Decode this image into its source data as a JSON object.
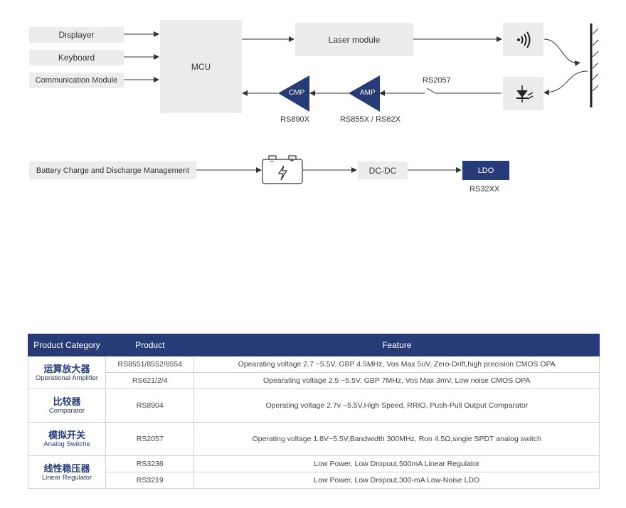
{
  "inputs": {
    "displayer": "Displayer",
    "keyboard": "Keyboard",
    "communication": "Communication Module"
  },
  "mcu": "MCU",
  "laser_module": "Laser module",
  "cmp": {
    "label": "CMP",
    "part": "RS890X"
  },
  "amp": {
    "label": "AMP",
    "part": "RS855X / RS62X"
  },
  "switch_part": "RS2057",
  "power": {
    "battery_mgmt": "Battery Charge and Discharge Management",
    "battery_minus": "−",
    "battery_plus": "+",
    "dcdc": "DC-DC",
    "ldo": "LDO",
    "ldo_part": "RS32XX"
  },
  "colors": {
    "accent": "#263b78",
    "box": "#ececec",
    "line": "#333333"
  },
  "icons": [
    "laser-emitter-icon",
    "photodiode-icon",
    "battery-icon",
    "target-surface-icon"
  ],
  "table": {
    "headers": [
      "Product Category",
      "Product",
      "Feature"
    ],
    "rows": [
      {
        "cat_zh": "运算放大器",
        "cat_en": "Operational Amplifier",
        "product": "RS8551/8552/8554",
        "feature": "Opearating voltage 2.7 ~5.5V, GBP 4.5MHz,  Vos Max 5uV, Zero-Drift,high precision CMOS OPA"
      },
      {
        "product": "RS621/2/4",
        "feature": "Opearating voltage 2.5 ~5.5V, GBP 7MHz,  Vos Max 3mV, Low noise CMOS OPA"
      },
      {
        "cat_zh": "比较器",
        "cat_en": "Comparator",
        "product": "RS8904",
        "feature": "Operating voltage 2.7v ~5.5V,High Speed, RRIO, Push-Pull Output Comparator"
      },
      {
        "cat_zh": "模拟开关",
        "cat_en": "Analog Switche",
        "product": "RS2057",
        "feature": "Operating voltage 1.8V~5.5V,Bandwidth 300MHz, Ron 4.5Ω,single SPDT analog switch"
      },
      {
        "cat_zh": "线性稳压器",
        "cat_en": "Linear Regulator",
        "product": "RS3236",
        "feature": "Low Power, Low Dropout,500mA Linear Regulator"
      },
      {
        "product": "RS3219",
        "feature": "Low Power, Low Dropout,300-mA Low-Noise LDO"
      }
    ]
  }
}
